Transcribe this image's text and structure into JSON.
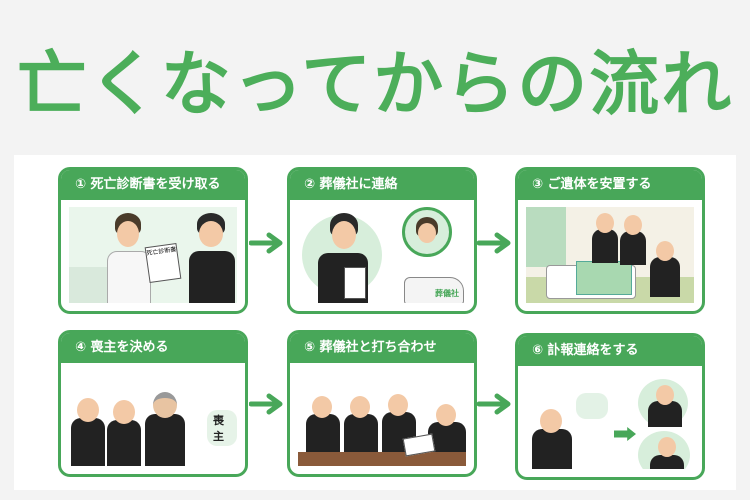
{
  "title": "亡くなってからの流れ",
  "colors": {
    "accent": "#48a759",
    "title": "#4cae5a"
  },
  "steps": [
    {
      "label": "① 死亡診断書を受け取る",
      "doc_label": "死亡診断書"
    },
    {
      "label": "② 葬儀社に連絡",
      "van_label": "葬儀社"
    },
    {
      "label": "③ ご遺体を安置する"
    },
    {
      "label": "④ 喪主を決める",
      "tag_label": "喪主"
    },
    {
      "label": "⑤ 葬儀社と打ち合わせ"
    },
    {
      "label": "⑥ 訃報連絡をする"
    }
  ]
}
